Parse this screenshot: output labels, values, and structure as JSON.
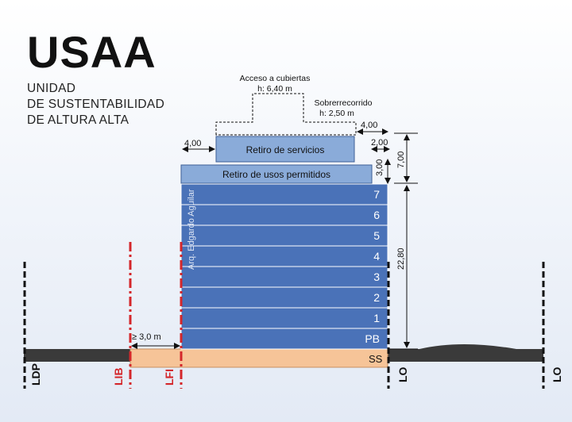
{
  "header": {
    "title": "USAA",
    "subtitle_lines": [
      "UNIDAD",
      "DE SUSTENTABILIDAD",
      "DE ALTURA ALTA"
    ]
  },
  "building": {
    "floors": [
      "7",
      "6",
      "5",
      "4",
      "3",
      "2",
      "1",
      "PB"
    ],
    "basement": "SS",
    "vertical_credit": "Arq. Edgardo Aguilar",
    "retiro_usos": "Retiro de usos permitidos",
    "retiro_servicios": "Retiro de servicios",
    "acceso": {
      "line1": "Acceso a cubiertas",
      "line2": "h: 6,40 m"
    },
    "sobrerrecorrido": {
      "line1": "Sobrerrecorrido",
      "line2": "h: 2,50 m"
    }
  },
  "dimensions": {
    "left_setback": "4,00",
    "right_top_setback": "4,00",
    "right_setback": "2,00",
    "retiro_height": "3,00",
    "total_retiro_height": "7,00",
    "main_height": "22,80",
    "min_distance": "≥ 3,0 m"
  },
  "lines": {
    "ldp": "LDP",
    "lib": "LIB",
    "lfi": "LFI",
    "lo_left": "LO",
    "lo_right": "LO"
  },
  "colors": {
    "floor_blue": "#4a72b8",
    "setback_blue": "#8aabd9",
    "basement": "#f6c498",
    "red_line": "#d4262a"
  }
}
